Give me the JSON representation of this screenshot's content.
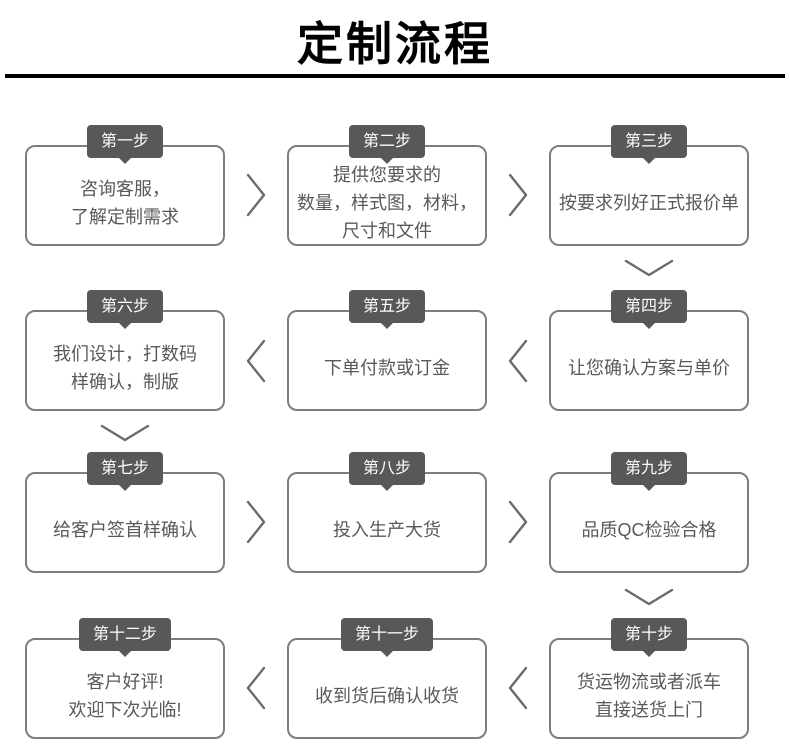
{
  "title": "定制流程",
  "steps": [
    {
      "tab": "第一步",
      "lines": [
        "咨询客服，",
        "了解定制需求"
      ]
    },
    {
      "tab": "第二步",
      "lines": [
        "提供您要求的",
        "数量，样式图，材料，",
        "尺寸和文件"
      ]
    },
    {
      "tab": "第三步",
      "lines": [
        "按要求列好正式报价单"
      ]
    },
    {
      "tab": "第四步",
      "lines": [
        "让您确认方案与单价"
      ]
    },
    {
      "tab": "第五步",
      "lines": [
        "下单付款或订金"
      ]
    },
    {
      "tab": "第六步",
      "lines": [
        "我们设计，打数码",
        "样确认，制版"
      ]
    },
    {
      "tab": "第七步",
      "lines": [
        "给客户签首样确认"
      ]
    },
    {
      "tab": "第八步",
      "lines": [
        "投入生产大货"
      ]
    },
    {
      "tab": "第九步",
      "lines": [
        "品质QC检验合格"
      ]
    },
    {
      "tab": "第十步",
      "lines": [
        "货运物流或者派车",
        "直接送货上门"
      ]
    },
    {
      "tab": "第十一步",
      "lines": [
        "收到货后确认收货"
      ]
    },
    {
      "tab": "第十二步",
      "lines": [
        "客户好评!",
        "欢迎下次光临!"
      ]
    }
  ],
  "colors": {
    "tab_bg": "#595757",
    "tab_text": "#ffffff",
    "box_border": "#7d7d7d",
    "box_text": "#595959",
    "chevron": "#6b6b6b",
    "title": "#000000",
    "rule": "#000000",
    "background": "#ffffff"
  }
}
